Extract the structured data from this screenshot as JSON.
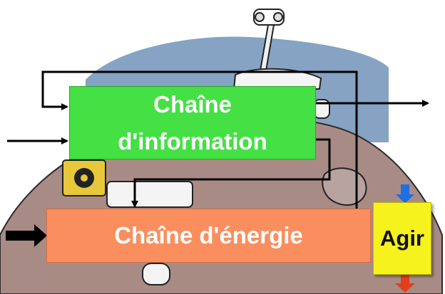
{
  "blocks": {
    "information": {
      "line1": "Chaîne",
      "line2": "d'information"
    },
    "energy": {
      "label": "Chaîne d'énergie"
    },
    "act": {
      "label": "Agir"
    }
  },
  "colors": {
    "information_block": "#44e044",
    "energy_block": "#fb8e5e",
    "act_block": "#f5f21e",
    "arrow_in": "#1f6fe0",
    "arrow_out": "#e0401f",
    "planet": "#a98b86",
    "sky": "#7f9ec0"
  },
  "background_illustration": "rover-on-planet"
}
